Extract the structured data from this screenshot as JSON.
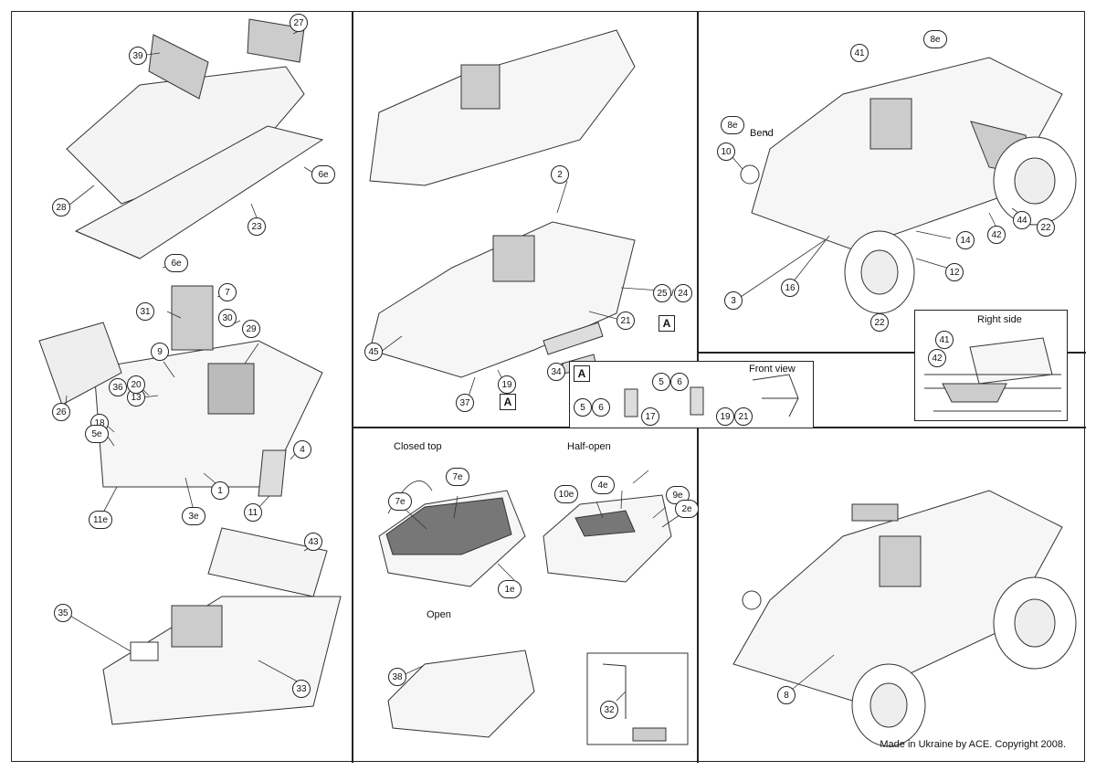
{
  "labels": {
    "closed_top": "Closed top",
    "half_open": "Half-open",
    "open": "Open",
    "front_view": "Front view",
    "right_side": "Right side",
    "bend": "Bend",
    "section_a": "A"
  },
  "callouts": {
    "p1": [
      "27",
      "39",
      "28",
      "23",
      "6e",
      "6e",
      "7",
      "31",
      "30",
      "29",
      "9",
      "13",
      "36",
      "20",
      "26",
      "18",
      "5e",
      "3e",
      "1",
      "11e",
      "4",
      "11",
      "43",
      "35",
      "33"
    ],
    "p2": [
      "2",
      "25",
      "24",
      "21",
      "45",
      "34",
      "19",
      "37",
      "5",
      "6",
      "6",
      "5",
      "17",
      "19",
      "21"
    ],
    "p3": [
      "41",
      "8e",
      "8e",
      "10",
      "14",
      "12",
      "42",
      "44",
      "22",
      "3",
      "16",
      "22",
      "41",
      "42"
    ],
    "p4": [
      "7e",
      "7e",
      "1e",
      "10e",
      "4e",
      "9e",
      "2e",
      "38",
      "32"
    ],
    "p5": [
      "8"
    ]
  },
  "footer": "Made in Ukraine by ACE. Copyright 2008."
}
